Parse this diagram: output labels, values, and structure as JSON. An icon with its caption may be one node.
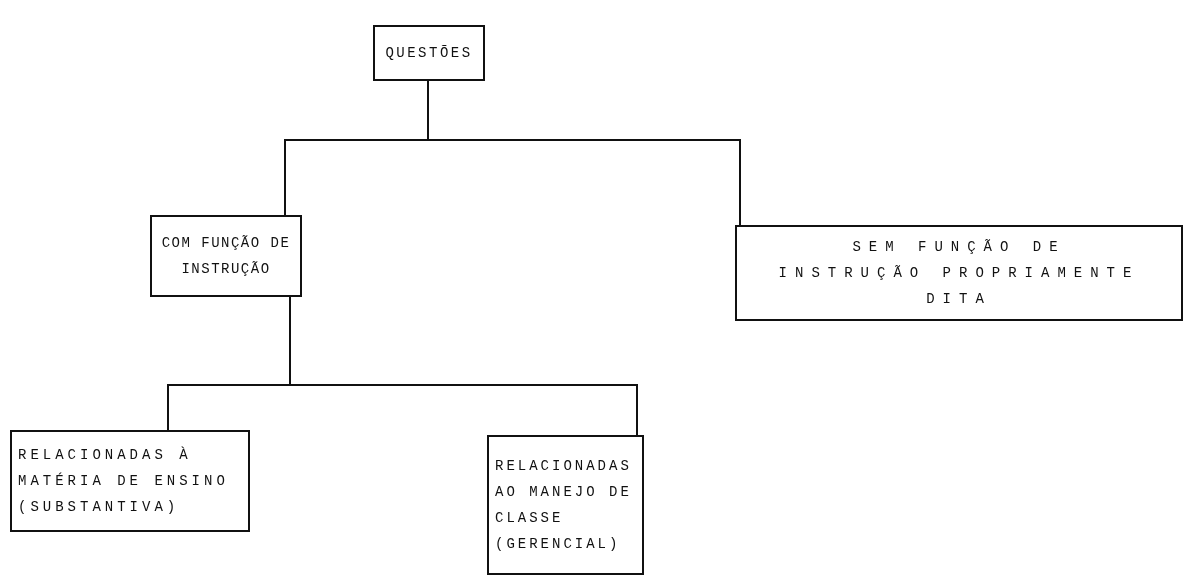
{
  "diagram": {
    "nodes": [
      {
        "text": [
          "QUESTÕES"
        ]
      },
      {
        "text": [
          "COM FUNÇÃO DE INSTRUÇÃO"
        ]
      },
      {
        "text": [
          "SEM FUNÇÃO DE INSTRUÇÃO PROPRIAMENTE DITA"
        ]
      },
      {
        "text": [
          "RELACIONADAS À MATÉRIA DE ENSINO (SUBSTANTIVA)"
        ]
      },
      {
        "text": [
          "RELACIONADAS AO MANEJO DE CLASSE (GERENCIAL)"
        ]
      }
    ],
    "edges": [
      {
        "from": 0,
        "to": 1,
        "arrow": "none"
      },
      {
        "from": 0,
        "to": 2,
        "arrow": "none"
      },
      {
        "from": 1,
        "to": 3,
        "arrow": "none"
      },
      {
        "from": 1,
        "to": 4,
        "arrow": "none"
      }
    ]
  }
}
